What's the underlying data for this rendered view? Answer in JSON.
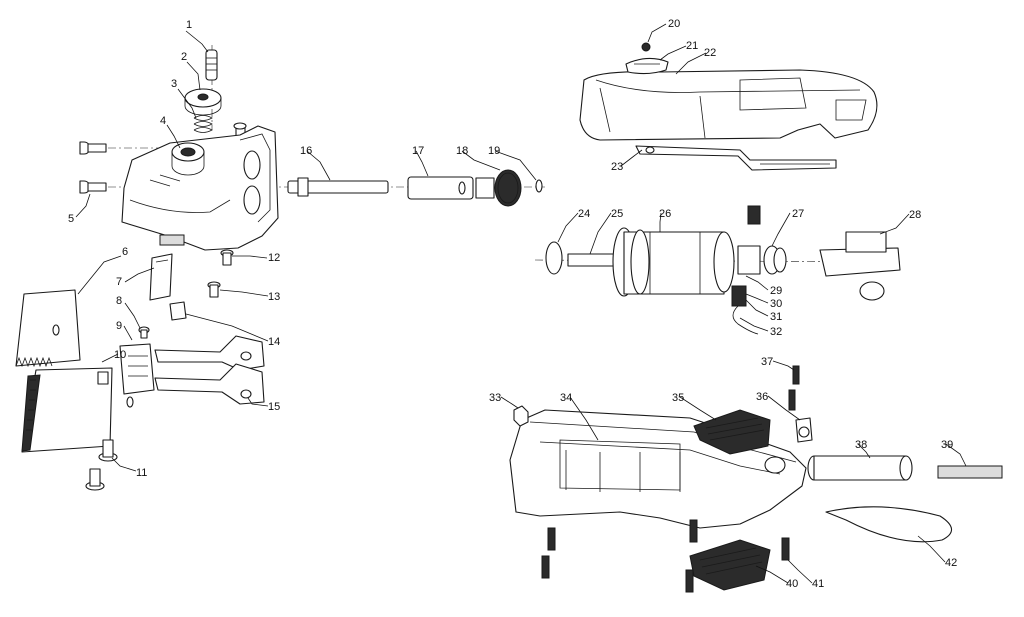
{
  "diagram": {
    "callouts": [
      {
        "n": "1"
      },
      {
        "n": "2"
      },
      {
        "n": "3"
      },
      {
        "n": "4"
      },
      {
        "n": "5"
      },
      {
        "n": "6"
      },
      {
        "n": "7"
      },
      {
        "n": "8"
      },
      {
        "n": "9"
      },
      {
        "n": "10"
      },
      {
        "n": "11"
      },
      {
        "n": "12"
      },
      {
        "n": "13"
      },
      {
        "n": "14"
      },
      {
        "n": "15"
      },
      {
        "n": "16"
      },
      {
        "n": "17"
      },
      {
        "n": "18"
      },
      {
        "n": "19"
      },
      {
        "n": "20"
      },
      {
        "n": "21"
      },
      {
        "n": "22"
      },
      {
        "n": "23"
      },
      {
        "n": "24"
      },
      {
        "n": "25"
      },
      {
        "n": "26"
      },
      {
        "n": "27"
      },
      {
        "n": "28"
      },
      {
        "n": "29"
      },
      {
        "n": "30"
      },
      {
        "n": "31"
      },
      {
        "n": "32"
      },
      {
        "n": "33"
      },
      {
        "n": "34"
      },
      {
        "n": "35"
      },
      {
        "n": "36"
      },
      {
        "n": "37"
      },
      {
        "n": "38"
      },
      {
        "n": "39"
      },
      {
        "n": "40"
      },
      {
        "n": "41"
      },
      {
        "n": "42"
      }
    ]
  },
  "colors": {
    "line": "#1a1a1a",
    "background": "#ffffff",
    "fill_dark": "#2b2b2b"
  }
}
